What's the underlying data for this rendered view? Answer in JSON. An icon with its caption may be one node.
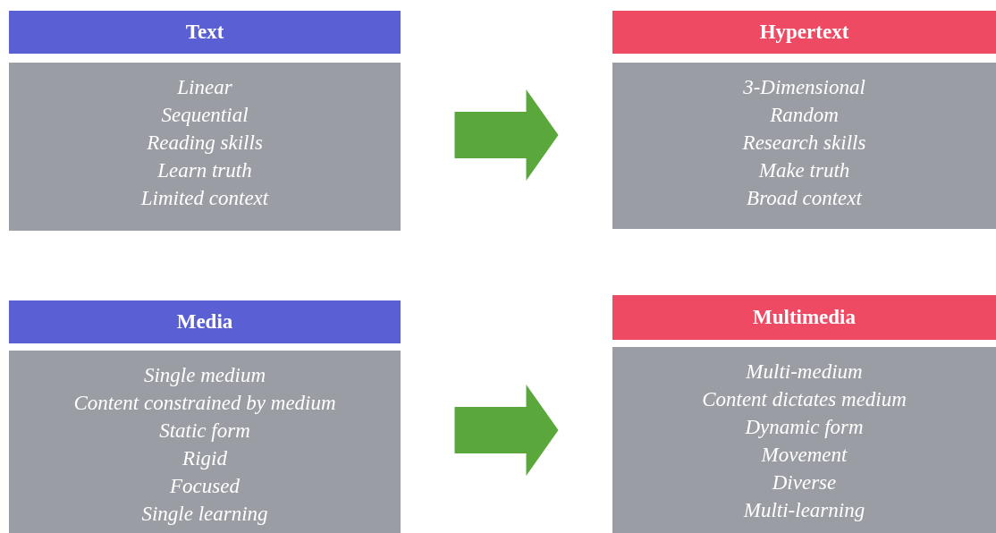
{
  "diagram": {
    "nodes": [
      {
        "text": [
          "Text"
        ]
      },
      {
        "text": [
          "Linear",
          "Sequential",
          "Reading skills",
          "Learn truth",
          "Limited context"
        ]
      },
      {
        "text": [
          "Hypertext"
        ]
      },
      {
        "text": [
          "3-Dimensional",
          "Random",
          "Research skills",
          "Make truth",
          "Broad context"
        ]
      },
      {
        "text": [
          "Media"
        ]
      },
      {
        "text": [
          "Single medium",
          "Content constrained by medium",
          "Static form",
          "Rigid",
          "Focused",
          "Single learning"
        ]
      },
      {
        "text": [
          "Multimedia"
        ]
      },
      {
        "text": [
          "Multi-medium",
          "Content dictates medium",
          "Dynamic form",
          "Movement",
          "Diverse",
          "Multi-learning"
        ]
      }
    ],
    "edges": [
      {
        "from": 1,
        "to": 3,
        "arrow": "to"
      },
      {
        "from": 5,
        "to": 7,
        "arrow": "to"
      }
    ]
  }
}
